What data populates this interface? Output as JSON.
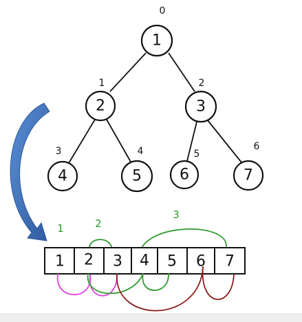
{
  "colors": {
    "ink": "#111111",
    "arrow": "#3f6eb5",
    "level1": "#2e9a2e",
    "pink": "#e040e0",
    "green": "#2e9a2e",
    "darkred": "#8b1c1c"
  },
  "tree": {
    "nodes": [
      {
        "value": "1",
        "index": "0"
      },
      {
        "value": "2",
        "index": "1"
      },
      {
        "value": "3",
        "index": "2"
      },
      {
        "value": "4",
        "index": "3"
      },
      {
        "value": "5",
        "index": "4"
      },
      {
        "value": "6",
        "index": "5"
      },
      {
        "value": "7",
        "index": "6"
      }
    ]
  },
  "array": {
    "cells": [
      "1",
      "2",
      "3",
      "4",
      "5",
      "6",
      "7"
    ]
  },
  "levels": [
    "1",
    "2",
    "3"
  ]
}
